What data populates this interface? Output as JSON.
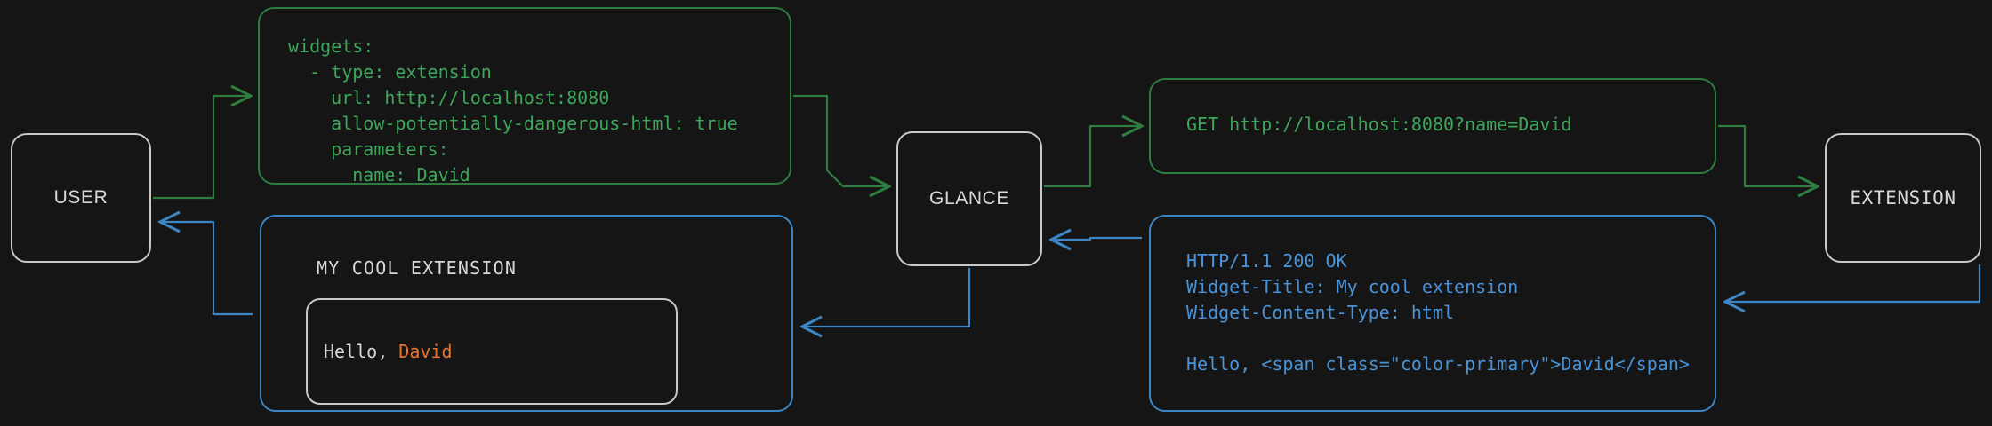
{
  "theme": {
    "background": "#151515",
    "node_border": "#c8c8c8",
    "node_text": "#d8d8d8",
    "request_color": "#3da65a",
    "request_border": "#2f7d3e",
    "response_color": "#4a93d9",
    "response_border": "#3d86c6",
    "accent_primary": "#e8772e"
  },
  "diagram": {
    "type": "sequence-flow",
    "nodes": [
      {
        "id": "user",
        "label": "USER"
      },
      {
        "id": "glance",
        "label": "GLANCE"
      },
      {
        "id": "extension",
        "label": "EXTENSION"
      }
    ],
    "panels": {
      "config": {
        "id": "yaml-config",
        "flow": "request",
        "from": "user",
        "to": "glance",
        "text": "widgets:\n  - type: extension\n    url: http://localhost:8080\n    allow-potentially-dangerous-html: true\n    parameters:\n      name: David"
      },
      "request": {
        "id": "http-request",
        "flow": "request",
        "from": "glance",
        "to": "extension",
        "text": "GET http://localhost:8080?name=David"
      },
      "response": {
        "id": "http-response",
        "flow": "response",
        "from": "extension",
        "to": "glance",
        "text": "HTTP/1.1 200 OK\nWidget-Title: My cool extension\nWidget-Content-Type: html\n\nHello, <span class=\"color-primary\">David</span>"
      },
      "widget": {
        "id": "rendered-widget",
        "flow": "response",
        "from": "glance",
        "to": "user",
        "title": "MY COOL EXTENSION",
        "body_prefix": "Hello, ",
        "body_accent": "David"
      }
    },
    "connectors": [
      {
        "id": "user-to-config",
        "color": "#2f7d3e",
        "direction": "right"
      },
      {
        "id": "config-to-glance",
        "color": "#2f7d3e",
        "direction": "right"
      },
      {
        "id": "glance-to-request",
        "color": "#2f7d3e",
        "direction": "right"
      },
      {
        "id": "request-to-extension",
        "color": "#2f7d3e",
        "direction": "right"
      },
      {
        "id": "extension-to-response",
        "color": "#3d86c6",
        "direction": "left"
      },
      {
        "id": "response-to-glance",
        "color": "#3d86c6",
        "direction": "left"
      },
      {
        "id": "glance-to-widget",
        "color": "#3d86c6",
        "direction": "left"
      },
      {
        "id": "widget-to-user",
        "color": "#3d86c6",
        "direction": "left"
      }
    ]
  }
}
